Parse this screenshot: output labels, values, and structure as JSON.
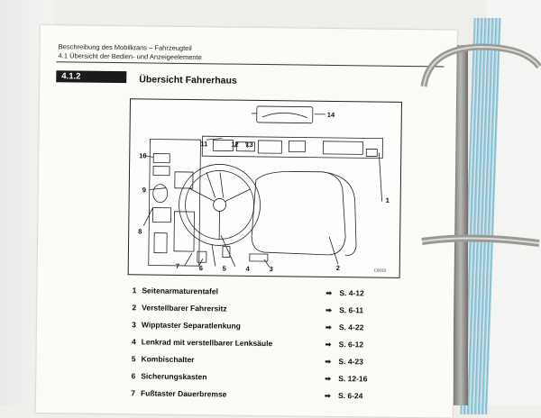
{
  "header": {
    "line1": "Beschreibung des Mobilkrans – Fahrzeugteil",
    "line2": "4.1 Übersicht der Bedien- und Anzeigeelemente"
  },
  "section": {
    "number": "4.1.2",
    "title": "Übersicht Fahrerhaus"
  },
  "figure": {
    "code": "C0033",
    "callouts": [
      "1",
      "2",
      "3",
      "4",
      "5",
      "6",
      "7",
      "8",
      "9",
      "10",
      "11",
      "12",
      "13",
      "14"
    ]
  },
  "legend": [
    {
      "num": "1",
      "text": "Seitenarmaturentafel",
      "page": "S. 4-12"
    },
    {
      "num": "2",
      "text": "Verstellbarer Fahrersitz",
      "page": "S. 6-11"
    },
    {
      "num": "3",
      "text": "Wipptaster Separatlenkung",
      "page": "S. 4-22"
    },
    {
      "num": "4",
      "text": "Lenkrad mit verstellbarer Lenksäule",
      "page": "S. 6-12"
    },
    {
      "num": "5",
      "text": "Kombischalter",
      "page": "S. 4-23"
    },
    {
      "num": "6",
      "text": "Sicherungskasten",
      "page": "S. 12-16"
    },
    {
      "num": "7",
      "text": "Fußtaster Dauerbremse",
      "page": "S. 6-24"
    }
  ],
  "icons": {
    "arrow": "➡"
  }
}
